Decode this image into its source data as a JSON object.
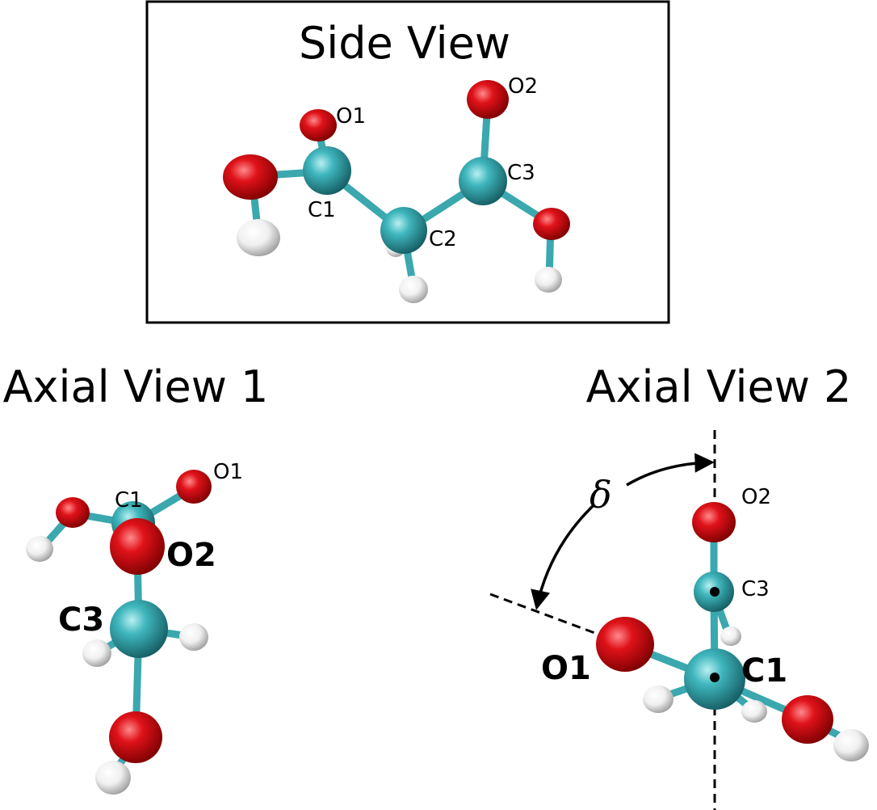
{
  "panels": {
    "side": {
      "title": "Side View",
      "labels": {
        "o1": "O1",
        "o2": "O2",
        "c1": "C1",
        "c2": "C2",
        "c3": "C3"
      }
    },
    "axial1": {
      "title": "Axial View 1",
      "labels": {
        "o1": "O1",
        "c1": "C1",
        "o2": "O2",
        "c3": "C3"
      }
    },
    "axial2": {
      "title": "Axial View 2",
      "labels": {
        "o2": "O2",
        "c3": "C3",
        "o1": "O1",
        "c1": "C1"
      },
      "angle_symbol": "δ"
    }
  },
  "colors": {
    "oxygen": "#e0121a",
    "carbon": "#3fb6bd",
    "hydrogen": "#f2f2f2",
    "frame": "#000000"
  }
}
